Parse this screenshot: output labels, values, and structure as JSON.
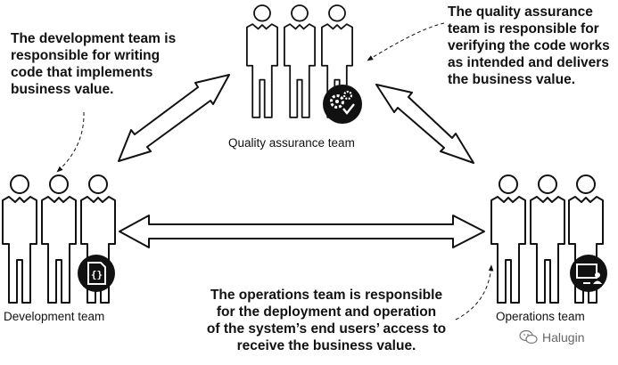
{
  "notes": {
    "development": "The development team is\nresponsible for writing\ncode that implements\nbusiness value.",
    "quality_assurance": "The quality assurance\nteam is responsible for\nverifying the code works\nas intended and delivers\nthe business value.",
    "operations": "The operations team is responsible\nfor the deployment and operation\nof the system’s end users’ access to\nreceive the business value."
  },
  "teams": {
    "quality_assurance": "Quality assurance team",
    "development": "Development team",
    "operations": "Operations team"
  },
  "badges": {
    "quality_assurance": "gears-check-icon",
    "development": "code-file-icon",
    "operations": "monitor-user-icon"
  },
  "watermark": {
    "text": "Halugin",
    "icon": "wechat-icon"
  },
  "colors": {
    "ink": "#111111",
    "badge": "#111111",
    "background": "#ffffff"
  }
}
